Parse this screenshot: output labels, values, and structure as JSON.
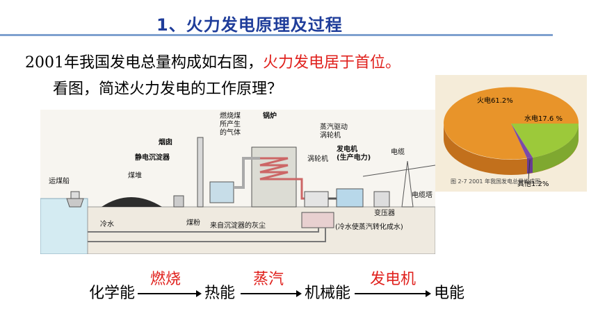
{
  "header": {
    "title": "1、火力发电原理及过程"
  },
  "intro": {
    "text_black": "2001年我国发电总量构成如右图，",
    "text_red": "火力发电居于首位。",
    "question": "看图，简述火力发电的工作原理？"
  },
  "pie": {
    "slices": [
      {
        "label": "火电61.2%",
        "value": 61.2,
        "color": "#e8942a"
      },
      {
        "label": "水电17.6 %",
        "value": 17.6,
        "color": "#9cc93a"
      },
      {
        "label": "其他1.2%",
        "value": 1.2,
        "color": "#7b4aa8"
      }
    ],
    "caption": "图 2-7    2001 年我国发电总量构成图"
  },
  "diagram": {
    "labels": {
      "chimney": "烟囱",
      "precipitator": "静电沉淀器",
      "coal_heap": "煤堆",
      "ship": "运煤船",
      "gas": "燃烧煤\n所产生\n的气体",
      "boiler": "锅炉",
      "steam": "蒸汽驱动\n涡轮机",
      "turbine": "涡轮机",
      "generator": "发电机\n(生产电力)",
      "cable": "电缆",
      "tower": "电缆塔",
      "transformer": "变压器",
      "cold_water": "冷水",
      "coal_powder": "煤粉",
      "ash": "来自沉淀器的灰尘",
      "condense": "(冷水使蒸汽转化成水)"
    }
  },
  "chain": {
    "stages": [
      "化学能",
      "热能",
      "机械能",
      "电能"
    ],
    "processes": [
      "燃烧",
      "蒸汽",
      "发电机"
    ]
  }
}
